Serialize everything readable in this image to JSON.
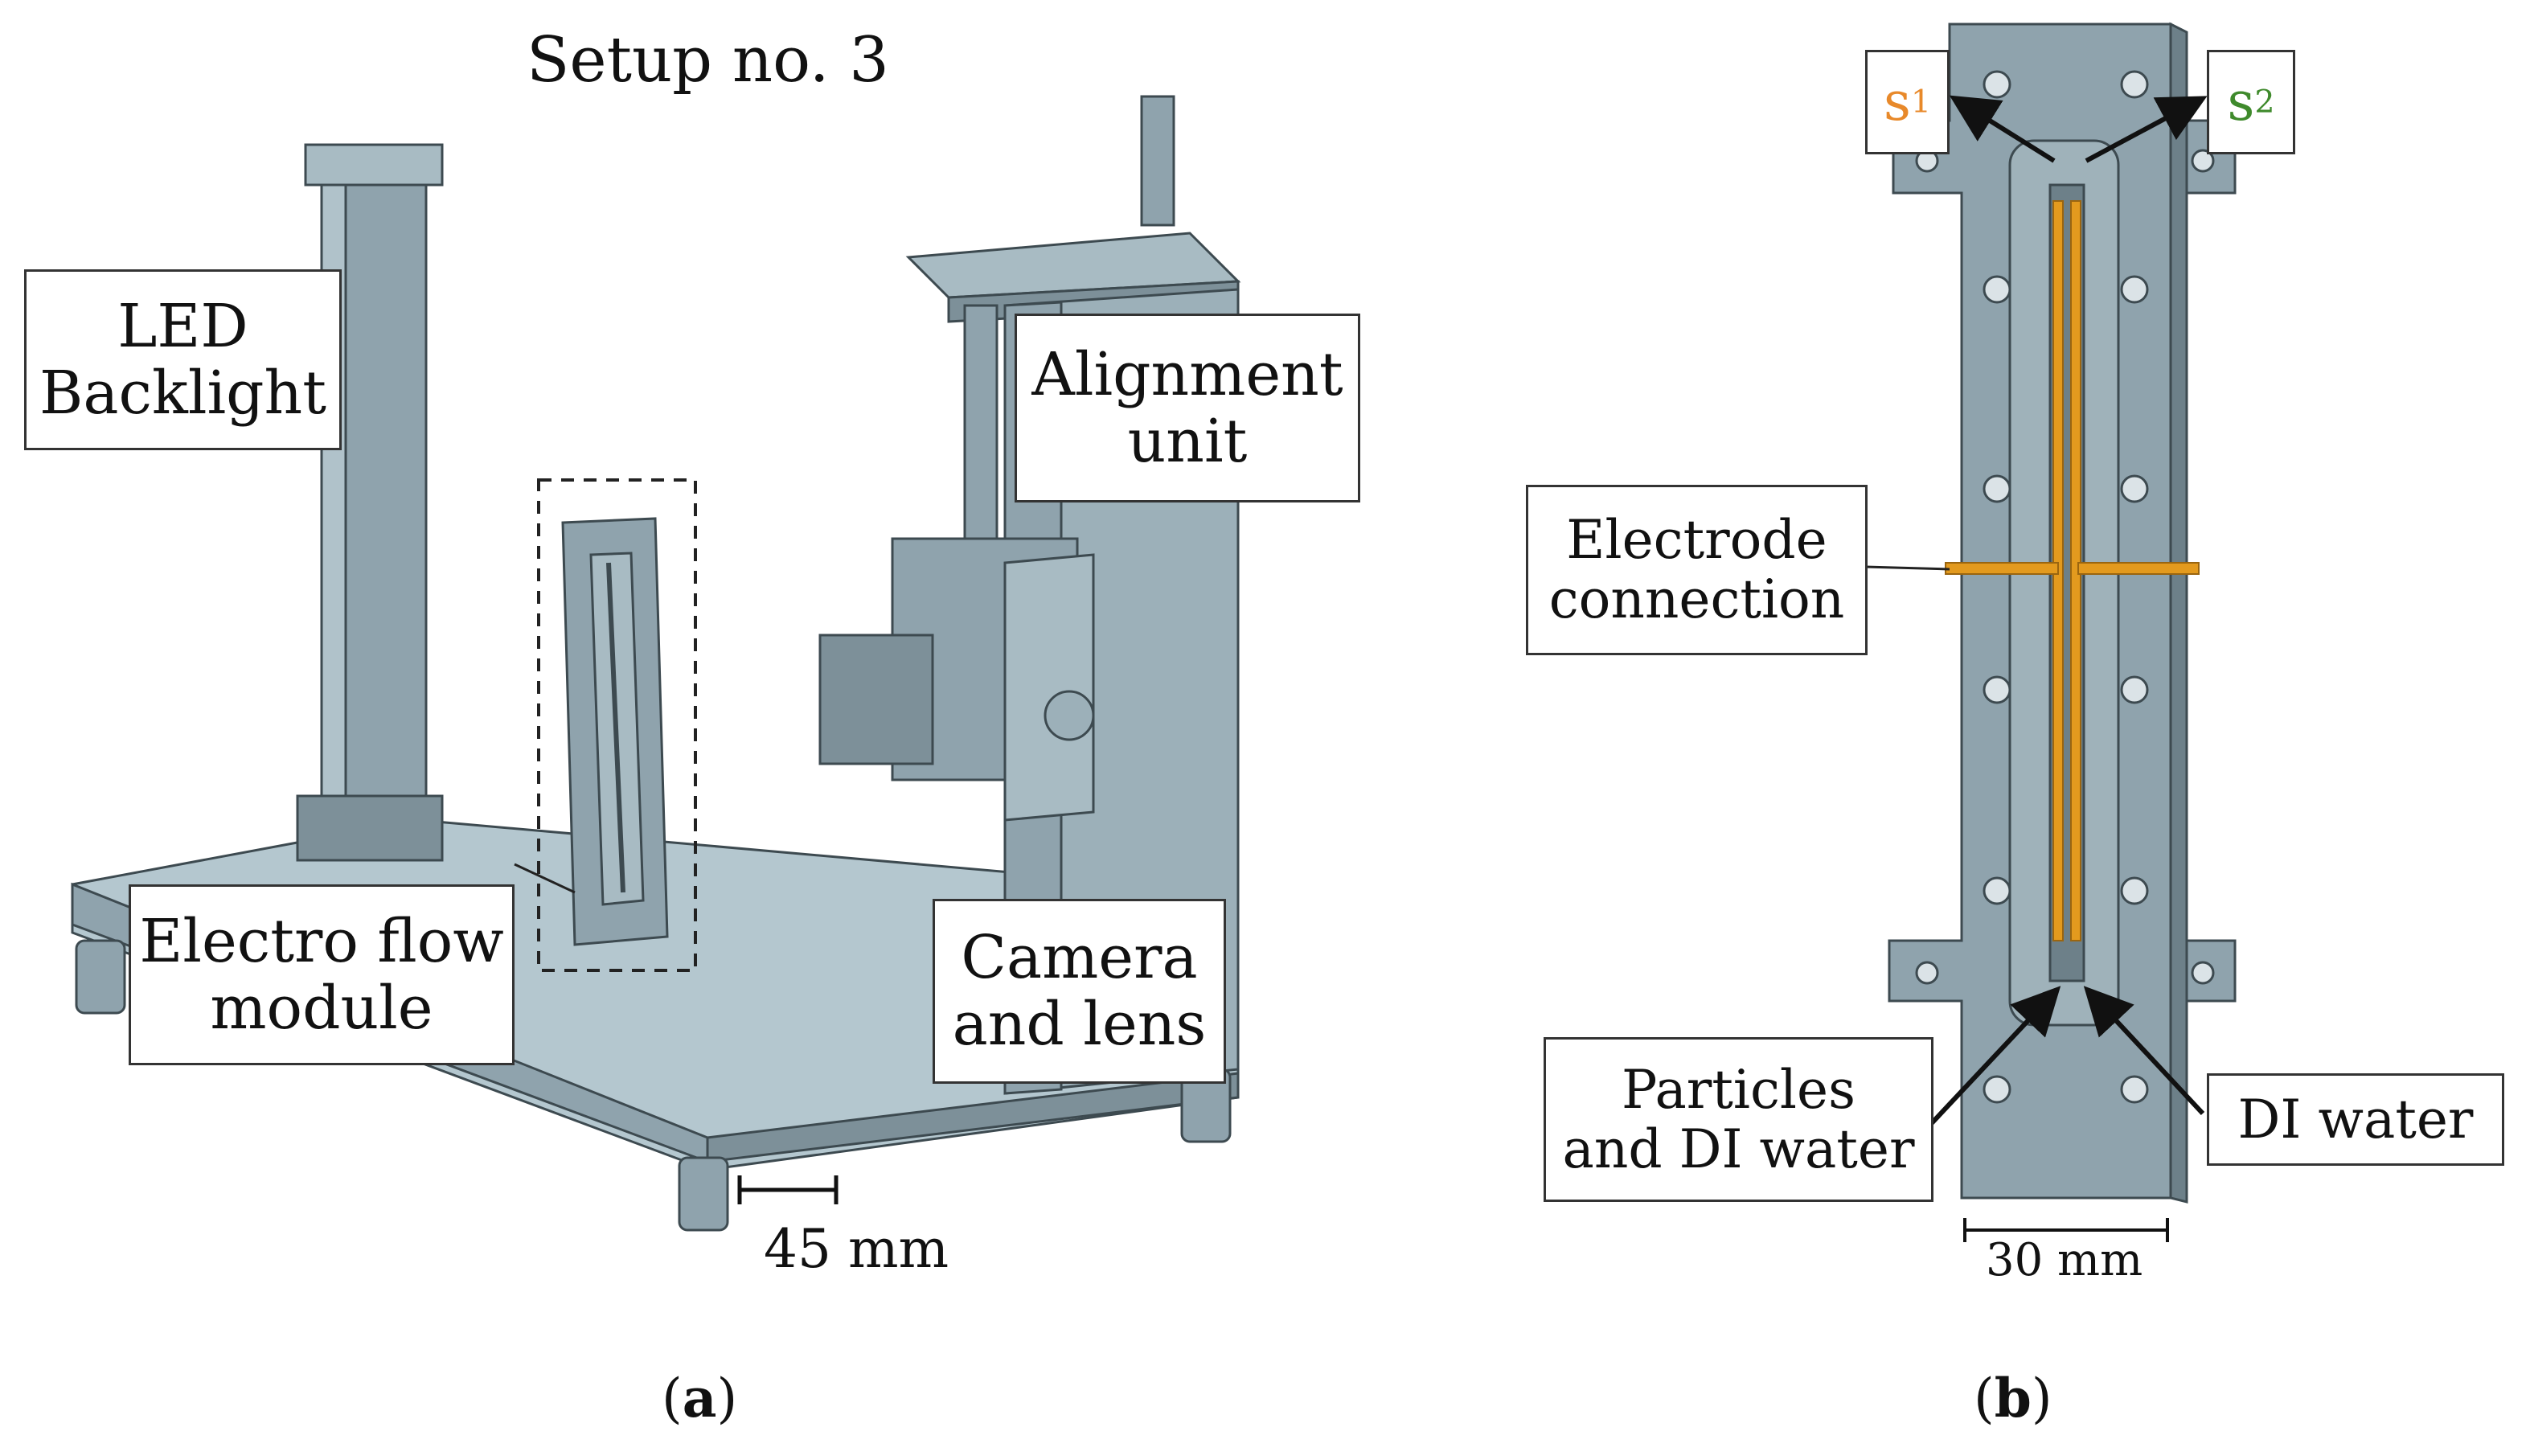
{
  "panel_a": {
    "title": "Setup no. 3",
    "labels": {
      "led_line1": "LED",
      "led_line2": "Backlight",
      "align_line1": "Alignment",
      "align_line2": "unit",
      "flow_line1": "Electro flow",
      "flow_line2": "module",
      "camera_line1": "Camera",
      "camera_line2": "and lens"
    },
    "scale_bar": "45 mm",
    "caption": "a"
  },
  "panel_b": {
    "labels": {
      "s1_base": "s",
      "s1_sub": "1",
      "s2_base": "s",
      "s2_sub": "2",
      "electrode_line1": "Electrode",
      "electrode_line2": "connection",
      "particles_line1": "Particles",
      "particles_line2": "and DI water",
      "di_water": "DI water"
    },
    "scale_bar": "30 mm",
    "caption": "b"
  },
  "colors": {
    "part_fill": "#8fa3ad",
    "part_dark": "#6d8089",
    "plate_fill": "#b4c7cf",
    "electrode": "#e39a1e",
    "s1_color": "#e8892a",
    "s2_color": "#3f8a2c"
  }
}
